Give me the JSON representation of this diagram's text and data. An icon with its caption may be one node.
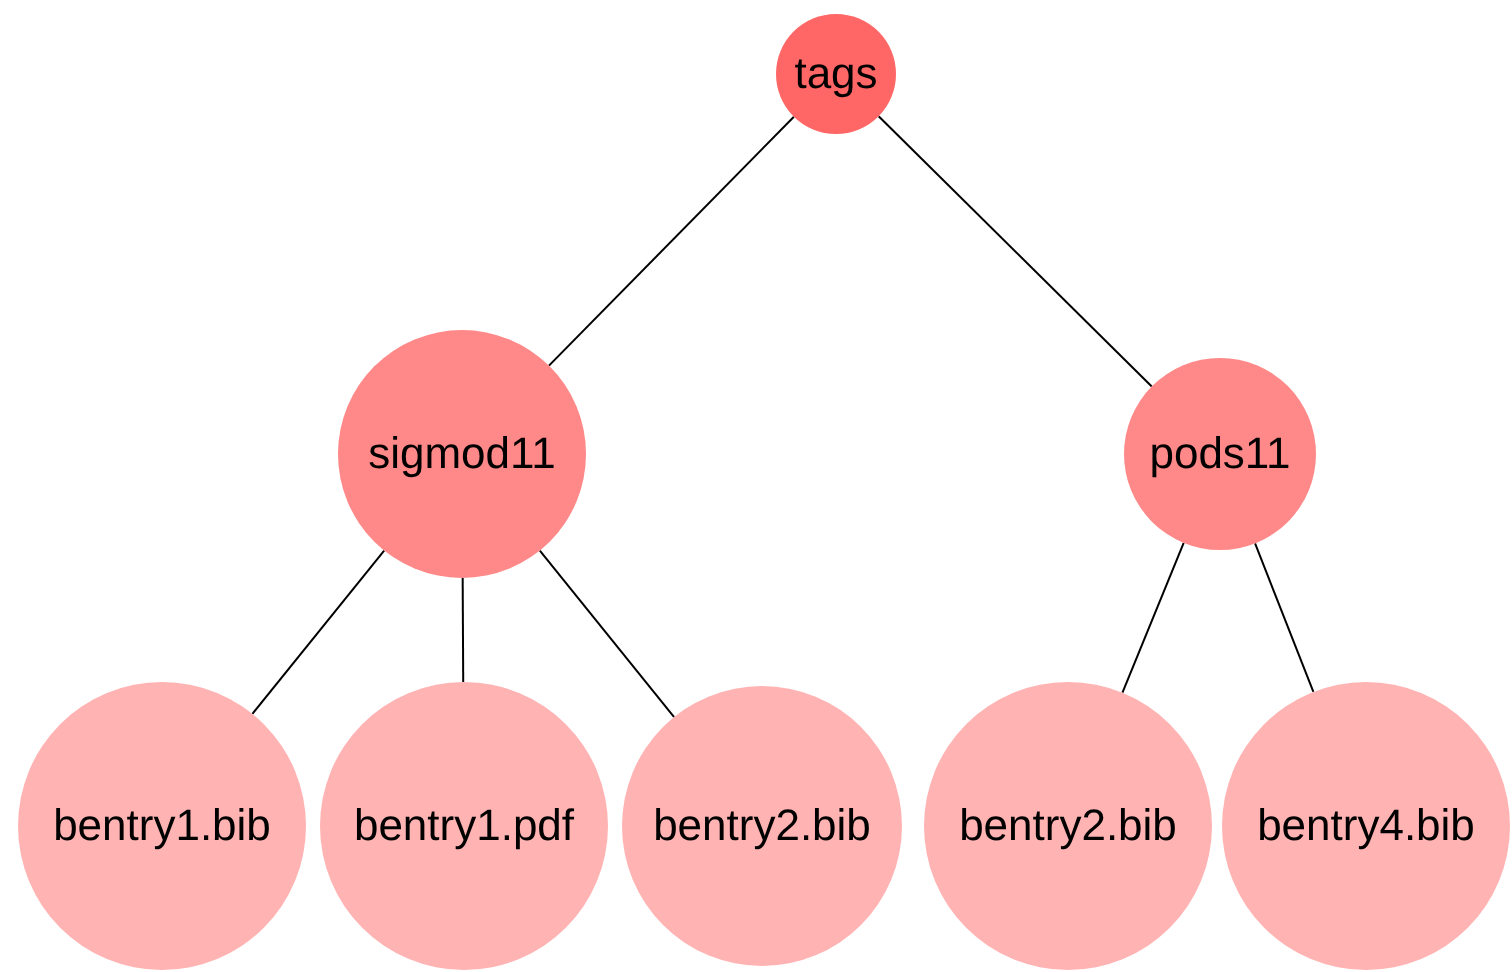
{
  "diagram": {
    "nodes": [
      {
        "text": [
          "tags"
        ]
      },
      {
        "text": [
          "sigmod11"
        ]
      },
      {
        "text": [
          "pods11"
        ]
      },
      {
        "text": [
          "bentry1.bib"
        ]
      },
      {
        "text": [
          "bentry1.pdf"
        ]
      },
      {
        "text": [
          "bentry2.bib"
        ]
      },
      {
        "text": [
          "bentry2.bib"
        ]
      },
      {
        "text": [
          "bentry4.bib"
        ]
      }
    ],
    "edges": [
      {
        "from": 0,
        "to": 1,
        "arrow": "none"
      },
      {
        "from": 0,
        "to": 2,
        "arrow": "none"
      },
      {
        "from": 1,
        "to": 3,
        "arrow": "none"
      },
      {
        "from": 1,
        "to": 4,
        "arrow": "none"
      },
      {
        "from": 1,
        "to": 5,
        "arrow": "none"
      },
      {
        "from": 2,
        "to": 6,
        "arrow": "none"
      },
      {
        "from": 2,
        "to": 7,
        "arrow": "none"
      }
    ]
  }
}
